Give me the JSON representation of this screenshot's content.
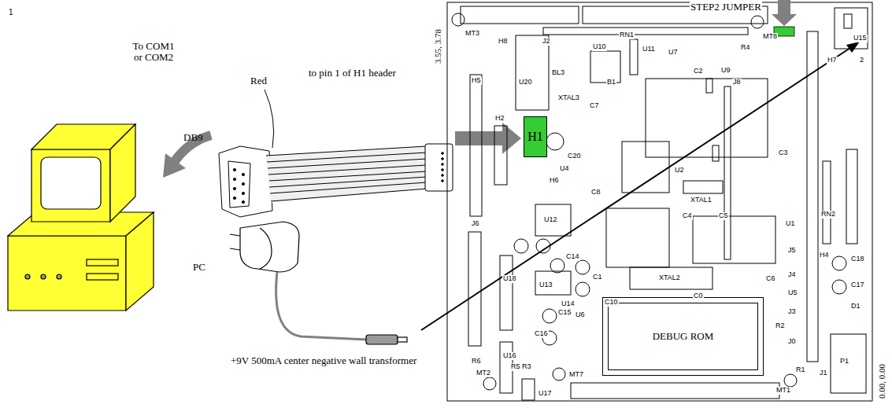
{
  "diagram": {
    "nodes": [
      {
        "text": [
          "H1"
        ]
      },
      {
        "text": [
          "DEBUG ROM"
        ]
      }
    ],
    "labels": [
      "To COM1 or COM2",
      "DB9",
      "Red",
      "PC",
      "to pin 1 of H1 header",
      "STEP2 JUMPER",
      "+9V 500mA center negative wall transformer",
      "3.55, 3.78",
      "0.00, 0.00",
      "MT3",
      "H8",
      "J2",
      "U20",
      "BL3",
      "XTAL3",
      "U10",
      "RN1",
      "U11",
      "U7",
      "U9",
      "R4",
      "MT8",
      "H5",
      "H2",
      "B1",
      "C7",
      "C2",
      "J8",
      "C20",
      "U4",
      "H6",
      "C8",
      "C3",
      "U2",
      "XTAL1",
      "C4",
      "C5",
      "U12",
      "J6",
      "U1",
      "J5",
      "RN2",
      "H4",
      "C18",
      "C17",
      "D1",
      "C14",
      "U18",
      "C1",
      "C10",
      "XTAL2",
      "C0",
      "J4",
      "C6",
      "U13",
      "U14",
      "U6",
      "U5",
      "J3",
      "R2",
      "J0",
      "C15",
      "C16",
      "U16",
      "R6",
      "MT2",
      "R5",
      "R3",
      "U17",
      "MT7",
      "R1",
      "MT1",
      "J1",
      "P1",
      "U15",
      "H7",
      "2",
      "1"
    ]
  }
}
